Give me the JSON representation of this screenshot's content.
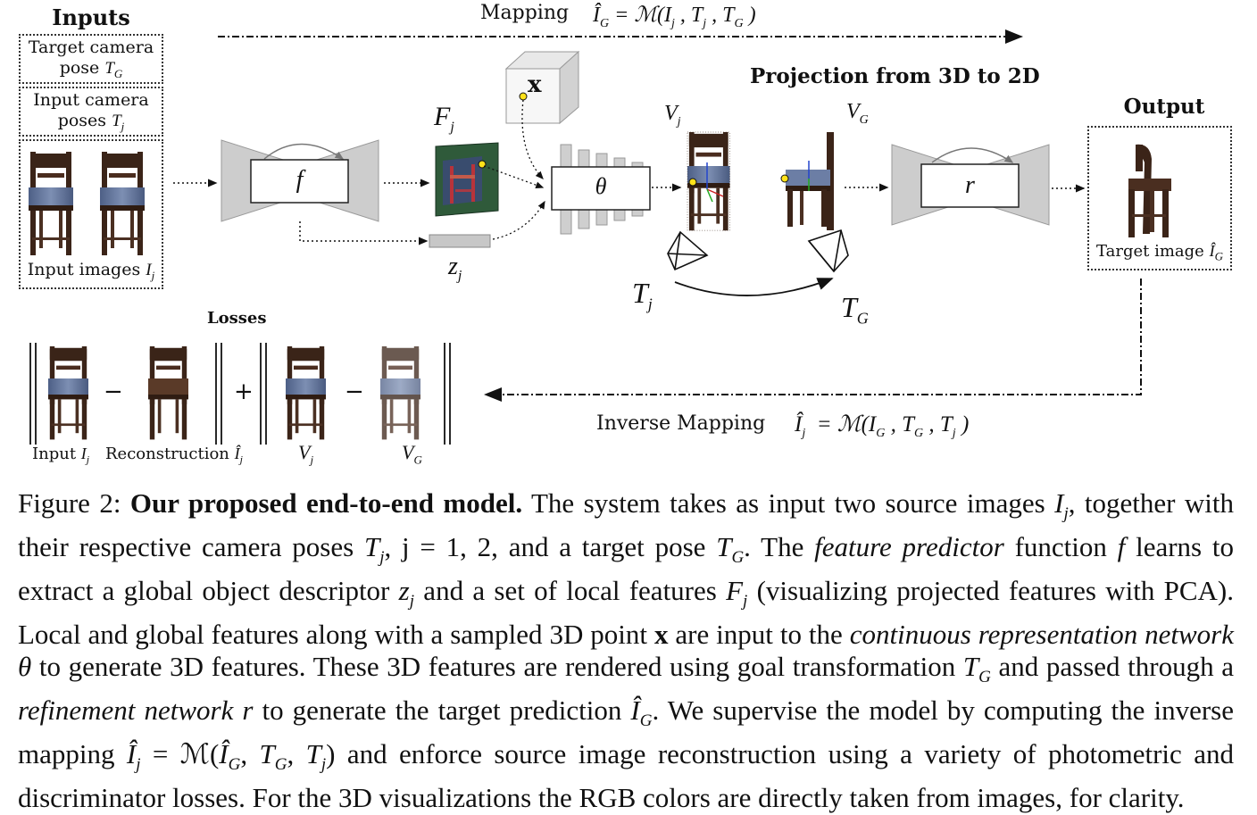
{
  "figure": {
    "inputs_heading": "Inputs",
    "target_pose_label": "Target camera pose T_G",
    "target_pose_line1": "Target camera",
    "target_pose_line2": "pose ",
    "target_pose_sym": "T",
    "target_pose_sub": "G",
    "input_poses_line1": "Input camera",
    "input_poses_line2": "poses ",
    "input_poses_sym": "T",
    "input_poses_sub": "j",
    "input_images_label": "Input images ",
    "input_images_sym": "I",
    "input_images_sub": "j",
    "mapping_label": "Mapping",
    "mapping_formula": "Î_G = M(I_j , T_j , T_G )",
    "encoder_label": "f",
    "feature_map_label": "F",
    "feature_map_sub": "j",
    "point_label": "x",
    "network_label": "θ",
    "latent_label": "z",
    "latent_sub": "j",
    "projection_heading": "Projection from 3D to 2D",
    "voxel_src_label": "V",
    "voxel_src_sub": "j",
    "voxel_tgt_label": "V",
    "voxel_tgt_sub": "G",
    "pose_src_label": "T",
    "pose_src_sub": "j",
    "pose_tgt_label": "T",
    "pose_tgt_sub": "G",
    "refiner_label": "r",
    "output_heading": "Output",
    "target_image_label": "Target image ",
    "target_image_sym": "Î",
    "target_image_sub": "G",
    "losses_heading": "Losses",
    "minus1": "−",
    "plus": "+",
    "minus2": "−",
    "loss_input_label": "Input ",
    "loss_input_sym": "I",
    "loss_input_sub": "j",
    "loss_recon_label": "Reconstruction ",
    "loss_recon_sym": "Î",
    "loss_recon_sub": "j",
    "loss_vj_sym": "V",
    "loss_vj_sub": "j",
    "loss_vg_sym": "V",
    "loss_vg_sub": "G",
    "inverse_mapping_label": "Inverse Mapping",
    "inverse_formula": "Î_j = M(I_G , T_G , T_j )"
  },
  "caption": {
    "prefix": "Figure 2: ",
    "title": "Our proposed end-to-end model.",
    "text": "The system takes as input two source images I_j, together with their respective camera poses T_j, j = 1, 2, and a target pose T_G. The feature predictor function f learns to extract a global object descriptor z_j and a set of local features F_j (visualizing projected features with PCA). Local and global features along with a sampled 3D point x are input to the continuous representation network θ to generate 3D features. These 3D features are rendered using goal transformation T_G and passed through a refinement network r to generate the target prediction Î_G. We supervise the model by computing the inverse mapping Î_j = M(Î_G, T_G, T_j) and enforce source image reconstruction using a variety of photometric and discriminator losses. For the 3D visualizations the RGB colors are directly taken from images, for clarity.",
    "p1": "The system takes as input two source images ",
    "p2": ", together with their respective camera poses ",
    "p3": ", j = 1, 2, and a target pose ",
    "p4": ". The ",
    "em1": "feature predictor",
    "p5": " function ",
    "p6": " learns to extract a global object descriptor ",
    "p7": " and a set of local features ",
    "p8": " (visualizing projected features with PCA). Local and global features along with a sampled 3D point ",
    "p9": " are input to the ",
    "em2": "continuous representation network",
    "p10": " to generate 3D features. These 3D features are rendered using goal transformation ",
    "p11": " and passed through a ",
    "em3": "refinement network",
    "p12": " to generate the target prediction ",
    "p13": ". We supervise the model by computing the inverse mapping ",
    "p14": " and enforce source image reconstruction using a variety of photometric and discriminator losses. For the 3D visualizations the RGB colors are directly taken from images, for clarity."
  },
  "colors": {
    "network_gray": "#cccccc",
    "chair_wood": "#3b2418",
    "chair_seat": "#5a6f93",
    "feature_green": "#2f5a3a",
    "feature_red": "#b8333a",
    "point_yellow": "#ffe21a"
  }
}
